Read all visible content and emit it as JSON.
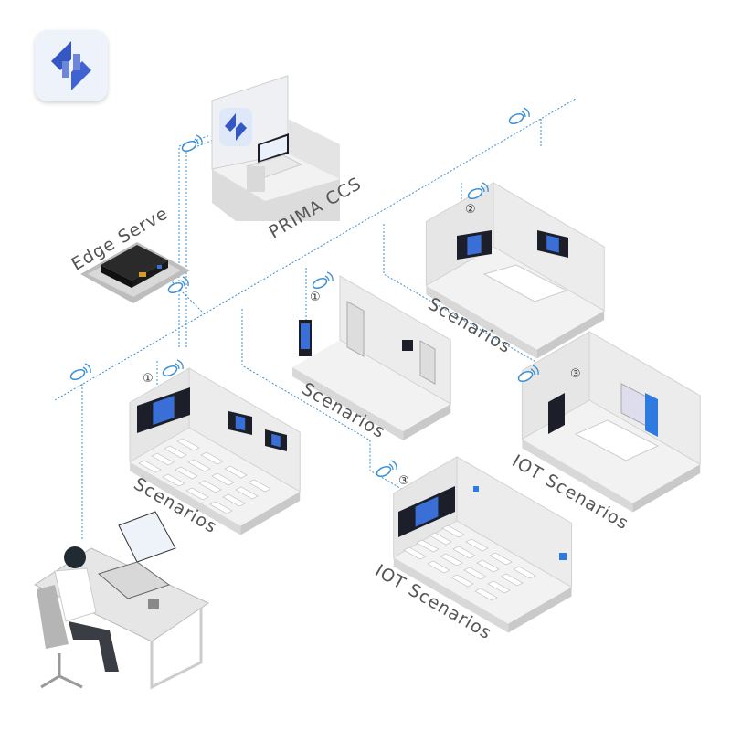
{
  "labels": {
    "edge_server": "Edge Serve",
    "prima_ccs": "PRIMA CCS",
    "scenarios_top_right": "Scenarios",
    "scenarios_middle": "Scenarios",
    "scenarios_left": "Scenarios",
    "iot_scenarios_right": "IOT Scenarios",
    "iot_scenarios_bottom": "IOT Scenarios"
  },
  "markers": {
    "middle": "①",
    "top_right": "②",
    "left": "①",
    "right": "③",
    "bottom": "③"
  },
  "colors": {
    "network_line": "#3a8fd6",
    "brand_blue": "#3457c4",
    "wall": "#e6e6e6",
    "floor": "#f2f2f2",
    "label": "#555555"
  }
}
